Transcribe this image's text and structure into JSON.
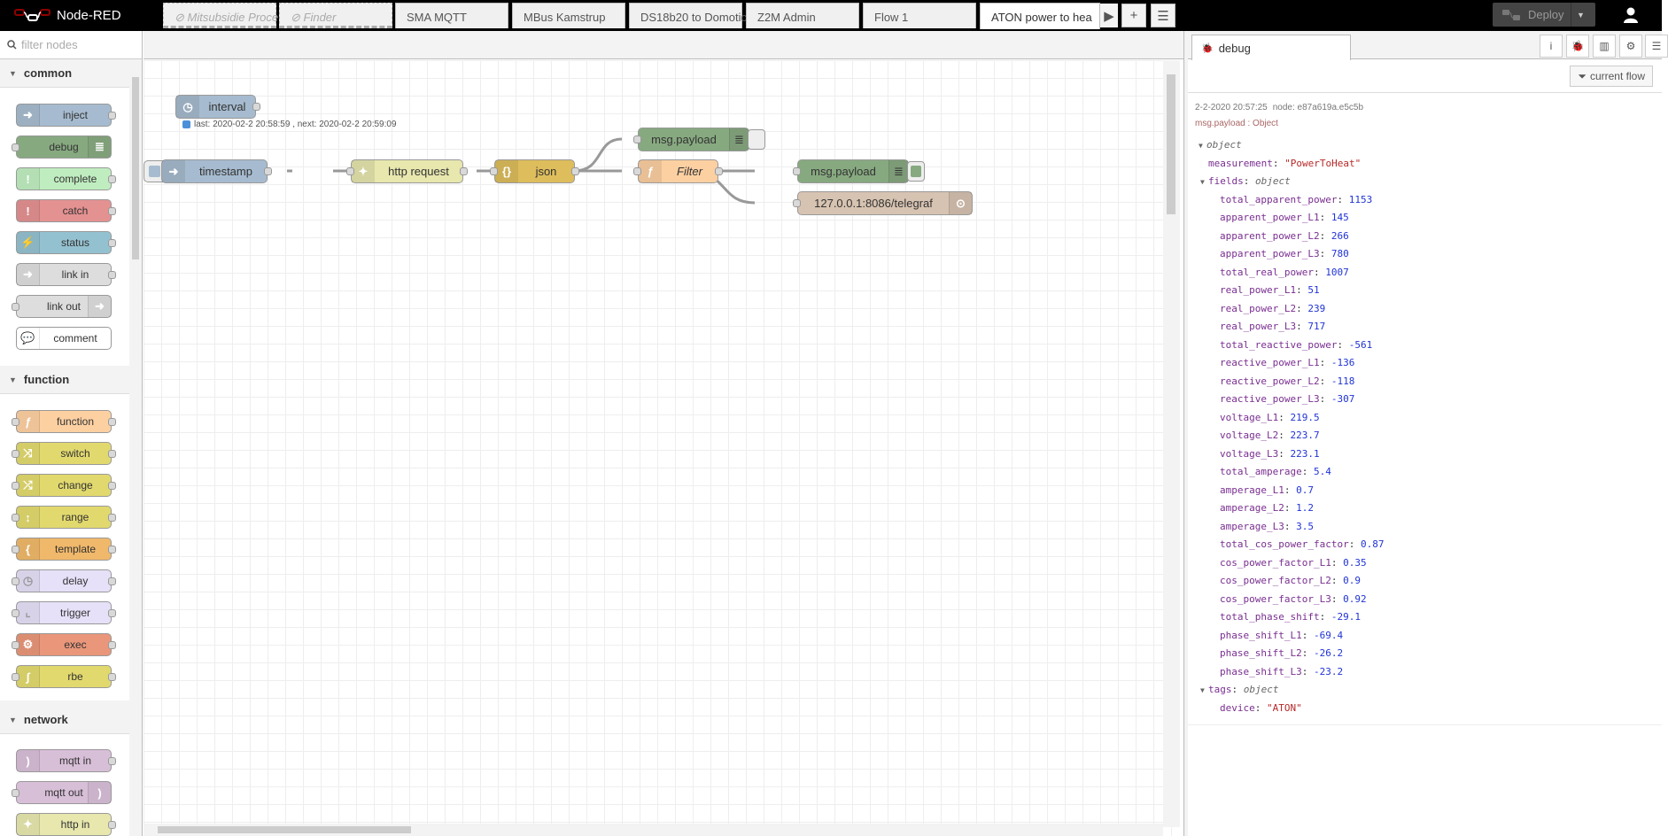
{
  "header": {
    "app_title": "Node-RED",
    "deploy_label": "Deploy"
  },
  "palette": {
    "search_placeholder": "filter nodes",
    "categories": [
      {
        "name": "common",
        "nodes": [
          "inject",
          "debug",
          "complete",
          "catch",
          "status",
          "link in",
          "link out",
          "comment"
        ]
      },
      {
        "name": "function",
        "nodes": [
          "function",
          "switch",
          "change",
          "range",
          "template",
          "delay",
          "trigger",
          "exec",
          "rbe"
        ]
      },
      {
        "name": "network",
        "nodes": [
          "mqtt in",
          "mqtt out",
          "http in"
        ]
      }
    ]
  },
  "tabs": [
    {
      "label": "Mitsubsidie Proce",
      "disabled": true
    },
    {
      "label": "Finder",
      "disabled": true
    },
    {
      "label": "SMA MQTT",
      "disabled": false
    },
    {
      "label": "MBus Kamstrup",
      "disabled": false
    },
    {
      "label": "DS18b20 to Domotic",
      "disabled": false
    },
    {
      "label": "Z2M Admin",
      "disabled": false
    },
    {
      "label": "Flow 1",
      "disabled": false
    },
    {
      "label": "ATON power to hea",
      "disabled": false,
      "active": true
    }
  ],
  "flow": {
    "nodes": {
      "interval": "interval",
      "interval_status": "last: 2020-02-2 20:58:59 , next: 2020-02-2 20:59:09",
      "timestamp": "timestamp",
      "http_request": "http request",
      "json": "json",
      "msg_payload_1": "msg.payload",
      "filter": "Filter",
      "msg_payload_2": "msg.payload",
      "influx": "127.0.0.1:8086/telegraf"
    }
  },
  "sidebar": {
    "tab_label": "debug",
    "filter_label": "current flow",
    "message": {
      "timestamp": "2-2-2020 20:57:25",
      "node": "node: e87a619a.e5c5b",
      "topic": "msg.payload : Object",
      "root_type": "object",
      "measurement_key": "measurement",
      "measurement_value": "\"PowerToHeat\"",
      "fields_key": "fields",
      "fields_type": "object",
      "fields": [
        {
          "k": "total_apparent_power",
          "v": "1153"
        },
        {
          "k": "apparent_power_L1",
          "v": "145"
        },
        {
          "k": "apparent_power_L2",
          "v": "266"
        },
        {
          "k": "apparent_power_L3",
          "v": "780"
        },
        {
          "k": "total_real_power",
          "v": "1007"
        },
        {
          "k": "real_power_L1",
          "v": "51"
        },
        {
          "k": "real_power_L2",
          "v": "239"
        },
        {
          "k": "real_power_L3",
          "v": "717"
        },
        {
          "k": "total_reactive_power",
          "v": "-561"
        },
        {
          "k": "reactive_power_L1",
          "v": "-136"
        },
        {
          "k": "reactive_power_L2",
          "v": "-118"
        },
        {
          "k": "reactive_power_L3",
          "v": "-307"
        },
        {
          "k": "voltage_L1",
          "v": "219.5"
        },
        {
          "k": "voltage_L2",
          "v": "223.7"
        },
        {
          "k": "voltage_L3",
          "v": "223.1"
        },
        {
          "k": "total_amperage",
          "v": "5.4"
        },
        {
          "k": "amperage_L1",
          "v": "0.7"
        },
        {
          "k": "amperage_L2",
          "v": "1.2"
        },
        {
          "k": "amperage_L3",
          "v": "3.5"
        },
        {
          "k": "total_cos_power_factor",
          "v": "0.87"
        },
        {
          "k": "cos_power_factor_L1",
          "v": "0.35"
        },
        {
          "k": "cos_power_factor_L2",
          "v": "0.9"
        },
        {
          "k": "cos_power_factor_L3",
          "v": "0.92"
        },
        {
          "k": "total_phase_shift",
          "v": "-29.1"
        },
        {
          "k": "phase_shift_L1",
          "v": "-69.4"
        },
        {
          "k": "phase_shift_L2",
          "v": "-26.2"
        },
        {
          "k": "phase_shift_L3",
          "v": "-23.2"
        }
      ],
      "tags_key": "tags",
      "tags_type": "object",
      "device_key": "device",
      "device_value": "\"ATON\""
    }
  },
  "colors": {
    "inject": "#a6bbcf",
    "debug": "#87a980",
    "complete": "#c0edc0",
    "catch": "#e49191",
    "status": "#94c1d0",
    "link": "#dddddd",
    "function": "#fdd0a2",
    "switch": "#e2d96e",
    "http": "#e7e7ae",
    "json": "#debd5c",
    "exec": "#e9967a",
    "delay": "#e6e0f8",
    "mqtt": "#d8bfd8",
    "influx": "#d7c3b1",
    "template": "#f0b86a"
  }
}
